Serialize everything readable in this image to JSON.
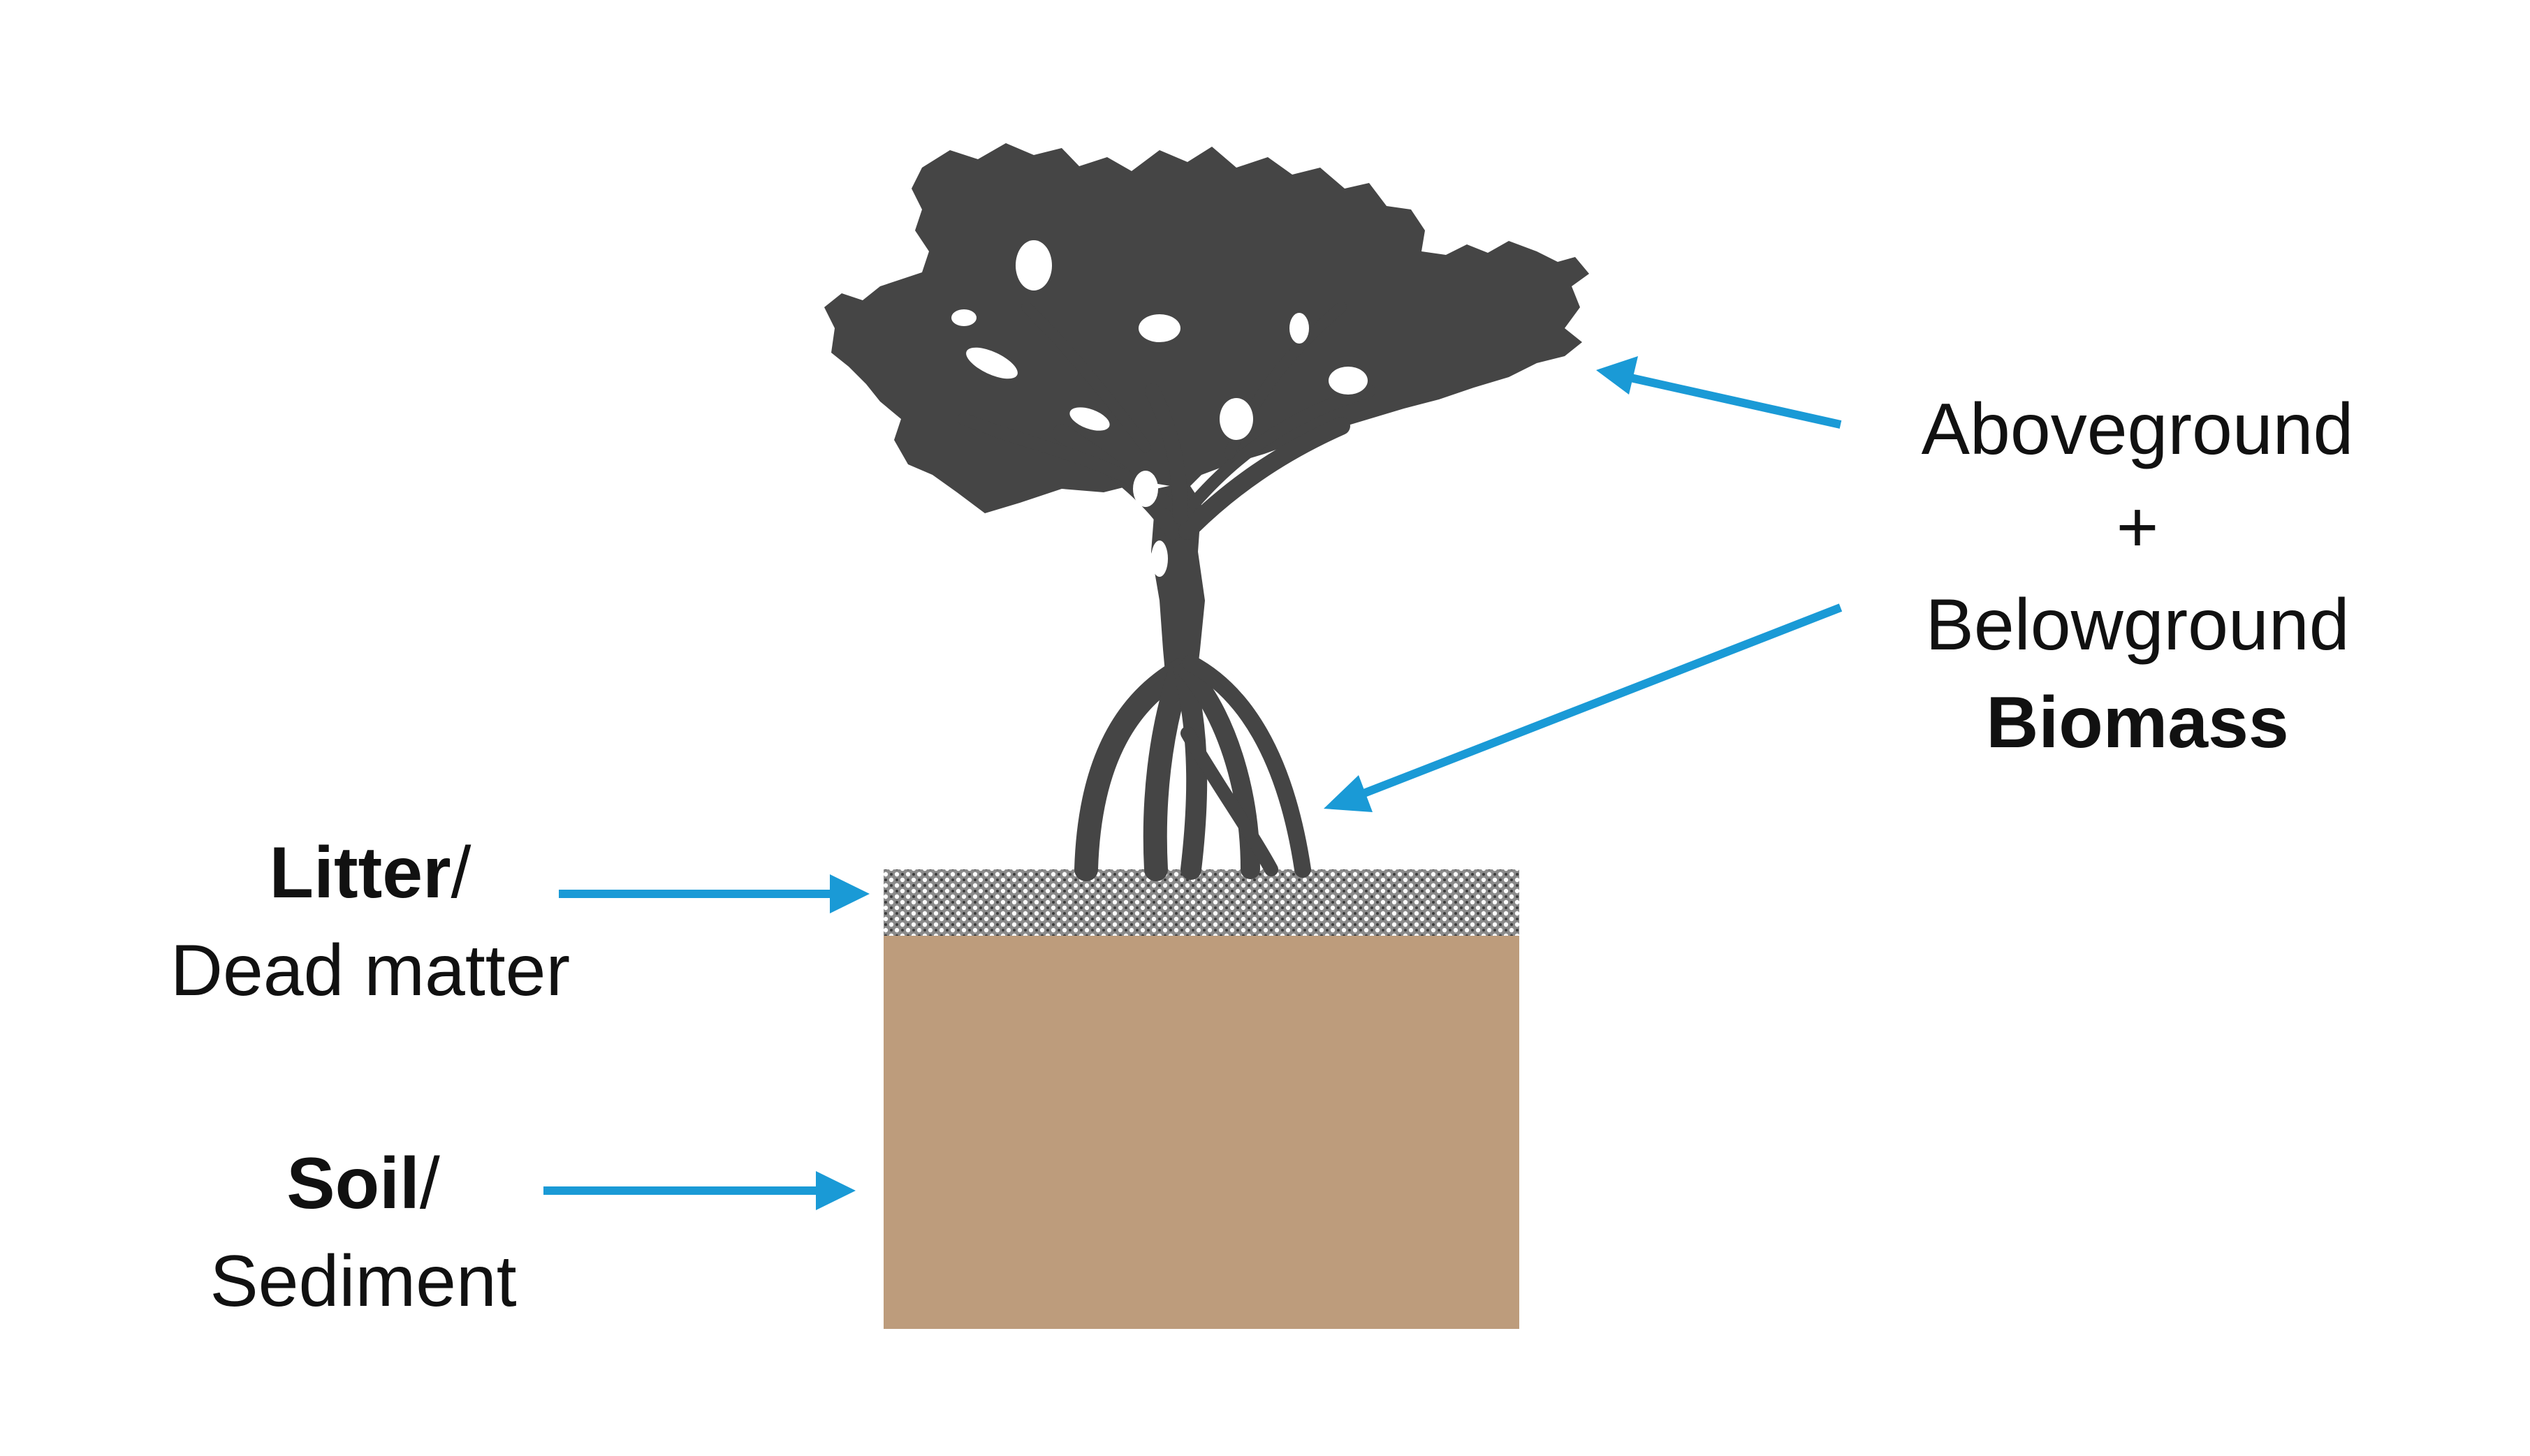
{
  "labels": {
    "aboveground": "Aboveground",
    "plus": "+",
    "belowground": "Belowground",
    "biomass": "Biomass",
    "litter_bold": "Litter",
    "litter_slash": "/",
    "dead_matter": "Dead matter",
    "soil_bold": "Soil",
    "soil_slash": "/",
    "sediment": "Sediment"
  },
  "colors": {
    "tree": "#454545",
    "arrow": "#1a9ad6",
    "litter_layer": "#6f6f6f",
    "soil": "#bd9c7c",
    "text": "#111111"
  },
  "icons": {
    "tree": "mangrove-tree-silhouette-icon"
  }
}
